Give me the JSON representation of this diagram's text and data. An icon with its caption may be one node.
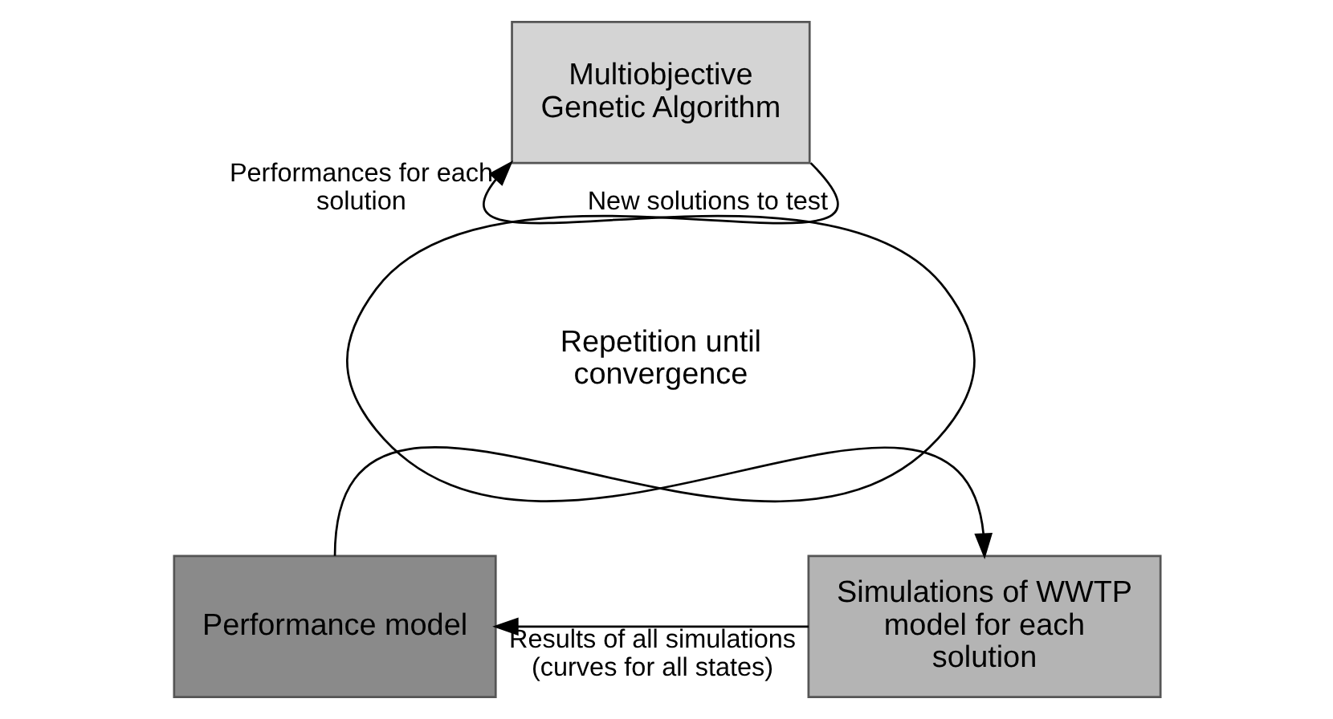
{
  "diagram": {
    "nodes": [
      {
        "text": [
          "Multiobjective Genetic Algorithm"
        ]
      },
      {
        "text": [
          "Simulations of WWTP model for each solution"
        ]
      },
      {
        "text": [
          "Performance model"
        ]
      }
    ],
    "edges": [
      {
        "from": 0,
        "to": 1,
        "arrow": "to",
        "label": "New solutions to test"
      },
      {
        "from": 1,
        "to": 2,
        "arrow": "to",
        "label": "Results of all simulations (curves for all states)"
      },
      {
        "from": 2,
        "to": 0,
        "arrow": "to",
        "label": "Performances for each solution"
      }
    ],
    "labels": [
      "Repetition until convergence"
    ]
  }
}
